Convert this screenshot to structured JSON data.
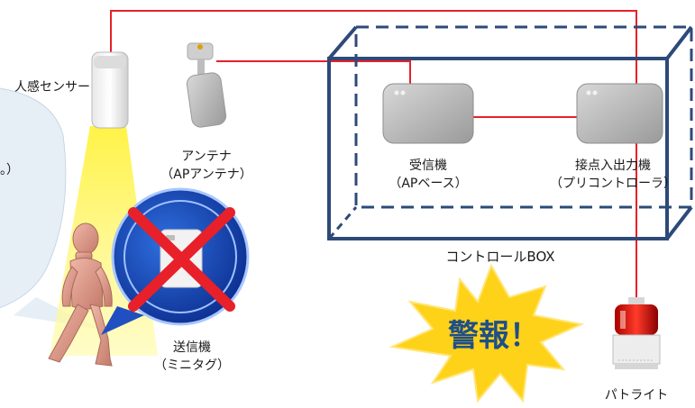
{
  "labels": {
    "motion_sensor": "人感センサー",
    "antenna": "アンテナ",
    "antenna_sub": "（APアンテナ）",
    "receiver": "受信機",
    "receiver_sub": "（APベース）",
    "io": "接点入出力機",
    "io_sub": "（プリコントローラ）",
    "control_box": "コントロールBOX",
    "transmitter": "送信機",
    "transmitter_sub": "（ミニタグ）",
    "alarm": "警報！",
    "patlite": "パトライト",
    "bubble_fragment": "。）"
  },
  "colors": {
    "wire": "#e8202a",
    "box": "#2d4a78",
    "beam": "#fff45a",
    "alarm_burst": "#ffd21a",
    "alarm_text": "#1f4f86",
    "cross": "#e8202a",
    "bubble": "#e6eef6"
  },
  "icons": [
    "motion-sensor-icon",
    "antenna-icon",
    "receiver-icon",
    "io-controller-icon",
    "person-icon",
    "mini-tag-icon",
    "patlite-icon",
    "burst-icon"
  ]
}
